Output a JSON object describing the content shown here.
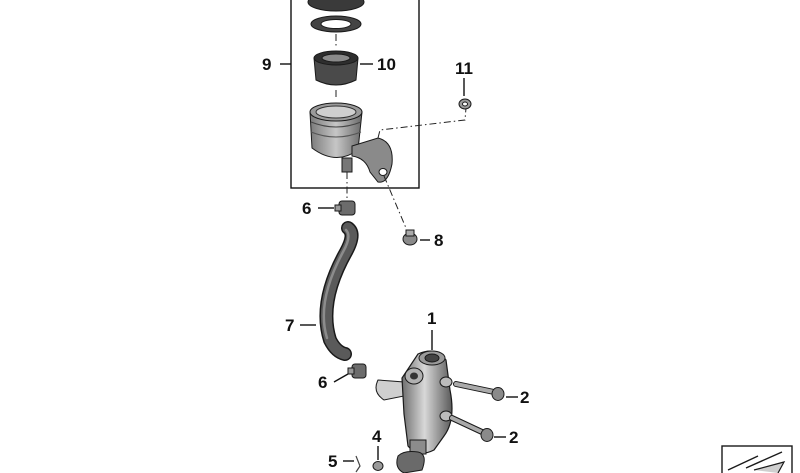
{
  "callouts": {
    "c1": "1",
    "c2a": "2",
    "c2b": "2",
    "c4": "4",
    "c5": "5",
    "c6a": "6",
    "c6b": "6",
    "c7": "7",
    "c8": "8",
    "c9": "9",
    "c10": "10",
    "c11": "11"
  },
  "icons": {
    "corner_badge": "parts-diagram-badge-icon"
  }
}
